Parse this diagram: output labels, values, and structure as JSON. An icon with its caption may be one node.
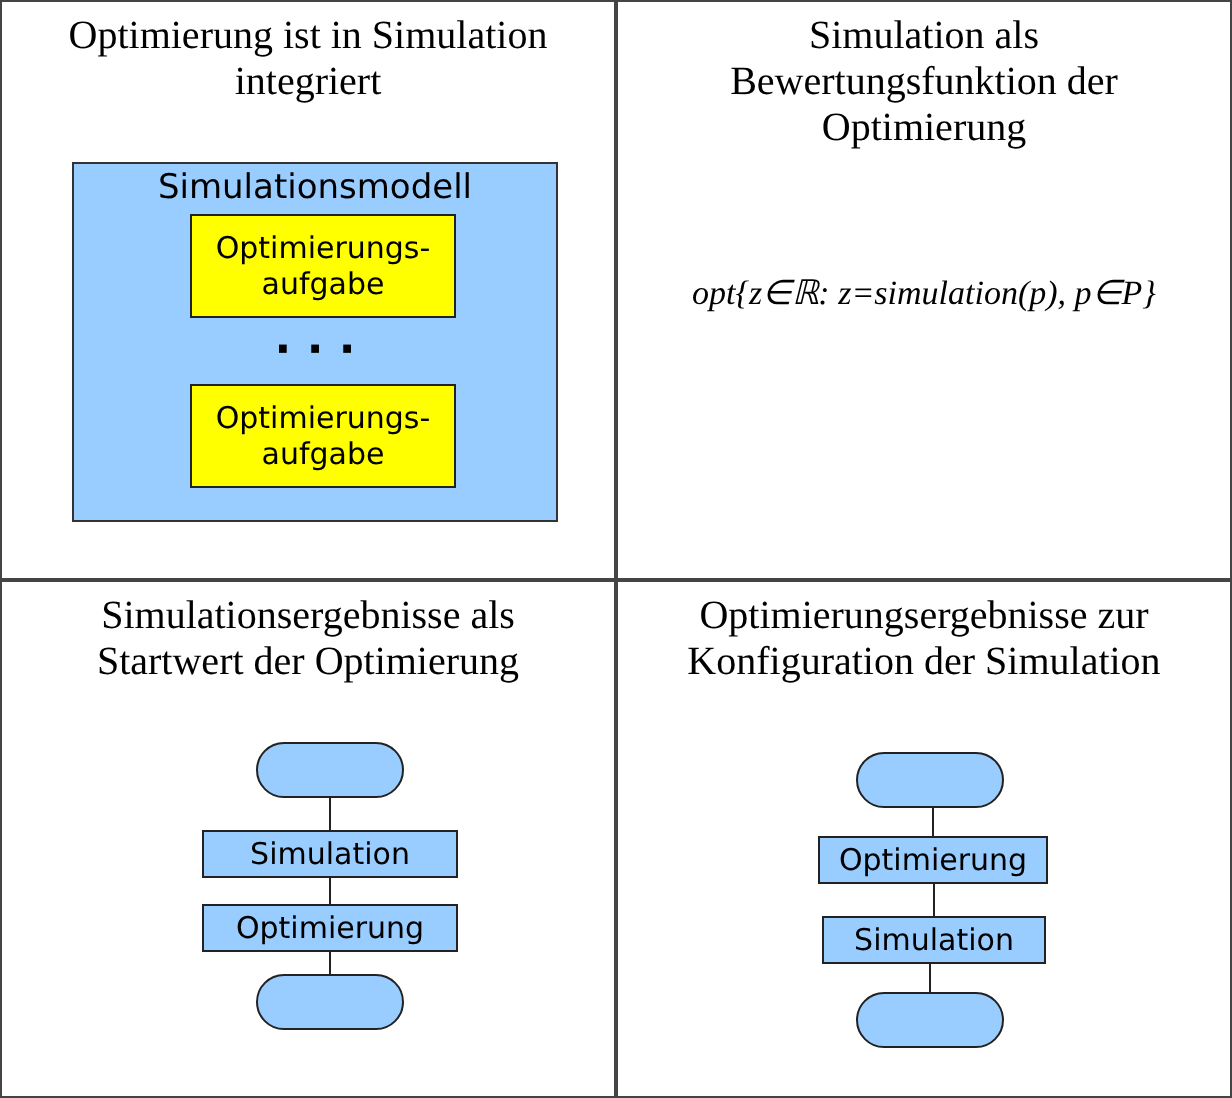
{
  "diagram": {
    "nodes": [
      {
        "text": [
          "Optimierung ist in Simulation integriert"
        ]
      },
      {
        "text": [
          "Simulationsmodell"
        ],
        "in": 0
      },
      {
        "text": [
          "Optimierungs- aufgabe"
        ],
        "in": 1
      },
      {
        "text": [
          "Optimierungs- aufgabe"
        ],
        "in": 1
      },
      {
        "text": [
          "Simulation als Bewertungsfunktion der Optimierung",
          "opt{z∈ℝ: z=simulation(p), p∈P}"
        ]
      },
      {
        "text": [
          "Simulationsergebnisse als Startwert der Optimierung"
        ]
      },
      {
        "text": [],
        "shape": "oval",
        "in": 5
      },
      {
        "text": [
          "Simulation"
        ],
        "in": 5
      },
      {
        "text": [
          "Optimierung"
        ],
        "in": 5
      },
      {
        "text": [],
        "shape": "oval",
        "in": 5
      },
      {
        "text": [
          "Optimierungsergebnisse zur Konfiguration der Simulation"
        ]
      },
      {
        "text": [],
        "shape": "oval",
        "in": 10
      },
      {
        "text": [
          "Optimierung"
        ],
        "in": 10
      },
      {
        "text": [
          "Simulation"
        ],
        "in": 10
      },
      {
        "text": [],
        "shape": "oval",
        "in": 10
      }
    ],
    "edges": [
      {
        "from": 6,
        "to": 7,
        "arrow": "none"
      },
      {
        "from": 7,
        "to": 8,
        "arrow": "none"
      },
      {
        "from": 8,
        "to": 9,
        "arrow": "none"
      },
      {
        "from": 11,
        "to": 12,
        "arrow": "none"
      },
      {
        "from": 12,
        "to": 13,
        "arrow": "none"
      },
      {
        "from": 13,
        "to": 14,
        "arrow": "none"
      }
    ],
    "labels": [
      "· · ·"
    ]
  }
}
